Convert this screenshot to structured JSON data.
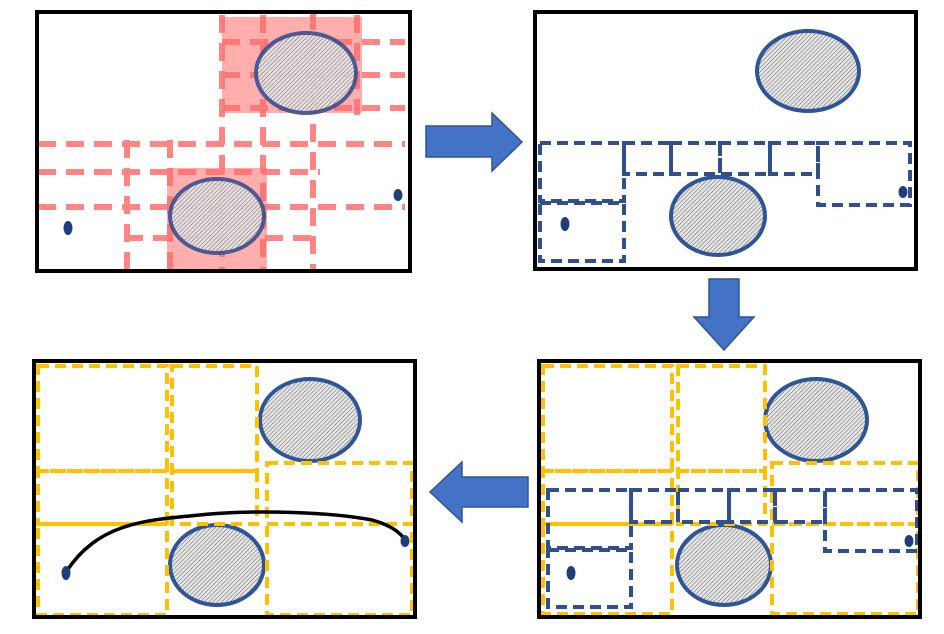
{
  "colors": {
    "frame": "#000000",
    "obstacle_edge": "#2f5597",
    "obstacle_fill": "#bfbfbf",
    "point": "#1f3d7a",
    "red_grid": "#ff7f7f",
    "red_fill": "#ff9a9a",
    "blue_cells": "#2f4f8f",
    "yellow_cells": "#ffc000",
    "arrow": "#4472c4",
    "path": "#000000"
  },
  "panels": [
    {
      "name": "panel-1-red-grid",
      "role": "initial decomposition with inflated obstacle zones"
    },
    {
      "name": "panel-2-blue-cells",
      "role": "free-space cells"
    },
    {
      "name": "panel-3-merged-cells",
      "role": "blue cells overlaid with merged yellow cells"
    },
    {
      "name": "panel-4-final-path",
      "role": "merged cells with path between start and goal"
    }
  ],
  "arrows": [
    {
      "name": "arrow-right",
      "direction": "right"
    },
    {
      "name": "arrow-down",
      "direction": "down"
    },
    {
      "name": "arrow-left",
      "direction": "left"
    }
  ]
}
